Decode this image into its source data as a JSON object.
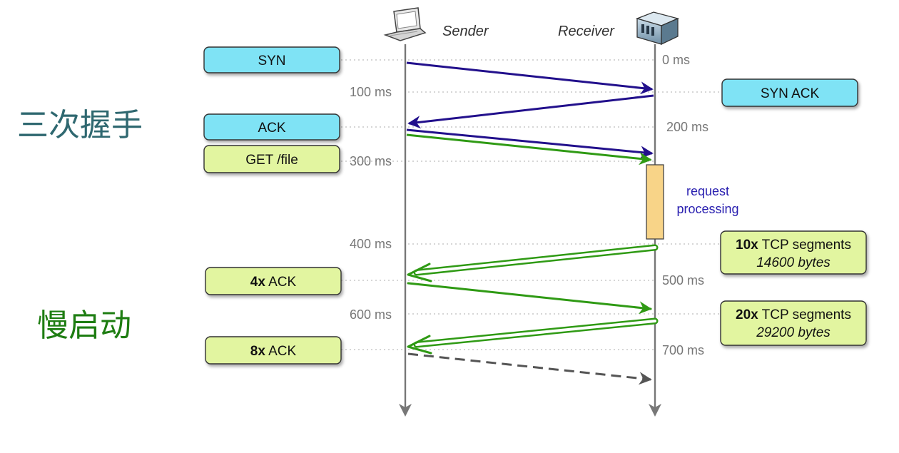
{
  "sections": {
    "handshake": "三次握手",
    "slow_start": "慢启动"
  },
  "actors": {
    "sender": "Sender",
    "receiver": "Receiver"
  },
  "time_labels": [
    "0 ms",
    "100 ms",
    "200 ms",
    "300 ms",
    "400 ms",
    "500 ms",
    "600 ms",
    "700 ms"
  ],
  "boxes": {
    "syn": "SYN",
    "syn_ack": "SYN ACK",
    "ack": "ACK",
    "get_file": "GET /file",
    "ack4_bold": "4x",
    "ack4_rest": " ACK",
    "ack8_bold": "8x",
    "ack8_rest": " ACK",
    "seg10_bold": "10x",
    "seg10_rest": " TCP segments",
    "seg10_bytes": "14600 bytes",
    "seg20_bold": "20x",
    "seg20_rest": " TCP segments",
    "seg20_bytes": "29200 bytes"
  },
  "processing": {
    "line1": "request",
    "line2": "processing"
  },
  "colors": {
    "cyan_box": "#7fe3f5",
    "green_box": "#e2f5a0",
    "blue_arrow": "#22108c",
    "green_arrow": "#2f9a14",
    "processing_bar": "#f8d488",
    "processing_text": "#2a20b0",
    "handshake_text": "#2f6870",
    "slow_start_text": "#1e7d12",
    "timeline": "#777777"
  }
}
